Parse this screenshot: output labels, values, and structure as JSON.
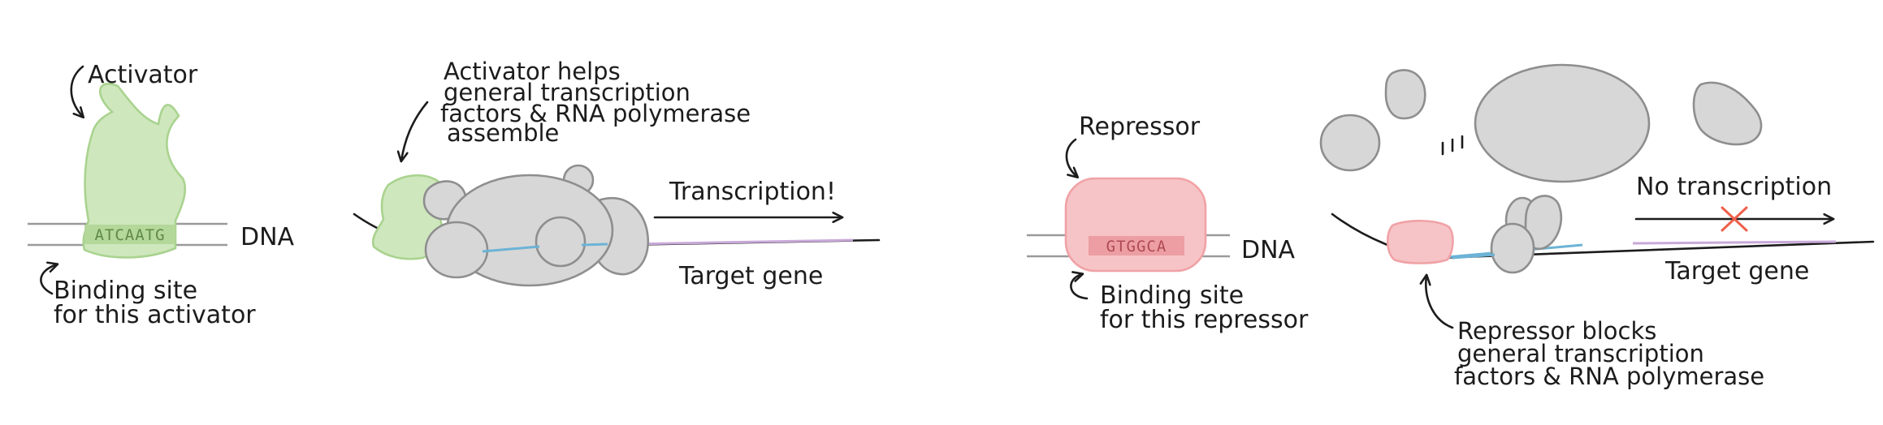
{
  "colors": {
    "activator_fill": "#cfe7bd",
    "activator_stroke": "#a9d38f",
    "activator_site_fill": "#b4d79a",
    "repressor_fill": "#f6c4c6",
    "repressor_stroke": "#f0a2a6",
    "repressor_site_fill": "#ec9ea3",
    "complex_fill": "#d7d7d7",
    "complex_stroke": "#8e8e8e",
    "dna_promoter": "#6cb3d6",
    "dna_gene": "#c9a9d9",
    "blocked_mark": "#ef5f4a",
    "ink": "#1c1c1c"
  },
  "activation_panel": {
    "activator_label": "Activator",
    "binding_site_sequence": "ATCAATG",
    "dna_label": "DNA",
    "binding_site_label": [
      "Binding site",
      "for this activator"
    ],
    "assembly_caption": [
      "Activator helps",
      "general transcription",
      "factors & RNA polymerase",
      "assemble"
    ],
    "transcription_label": "Transcription!",
    "target_gene_label": "Target gene"
  },
  "repression_panel": {
    "repressor_label": "Repressor",
    "binding_site_sequence": "GTGGCA",
    "dna_label": "DNA",
    "binding_site_label": [
      "Binding site",
      "for this repressor"
    ],
    "blocking_caption": [
      "Repressor blocks",
      "general transcription",
      "factors & RNA polymerase"
    ],
    "no_transcription_label": "No transcription",
    "target_gene_label": "Target gene"
  }
}
